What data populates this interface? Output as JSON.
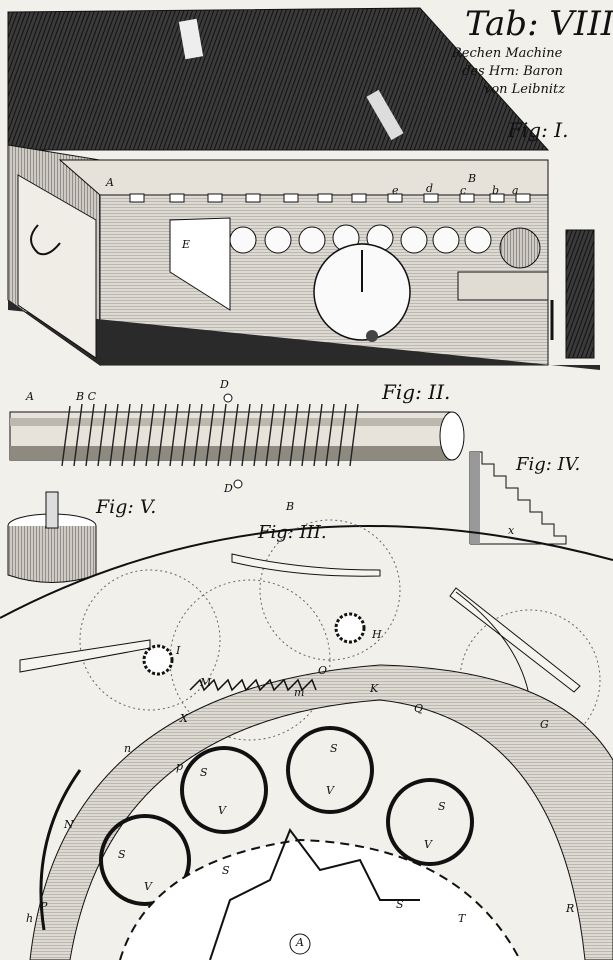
{
  "plate": {
    "title": "Tab: VIII.",
    "subtitle_lines": [
      "Rechen Machine",
      "des Hrn: Baron",
      "von Leibnitz"
    ]
  },
  "figures": {
    "fig1": "Fig: I.",
    "fig2": "Fig: II.",
    "fig3": "Fig: III.",
    "fig4": "Fig: IV.",
    "fig5": "Fig: V."
  },
  "labels": {
    "fig1": {
      "A": "A",
      "B": "B",
      "a": "a",
      "b": "b",
      "c": "c",
      "d": "d",
      "e": "e",
      "E": "E"
    },
    "fig2": {
      "A": "A",
      "BC": "B C",
      "D_top": "D",
      "D_bottom": "D"
    },
    "fig4": {
      "x": "x"
    },
    "fig3": {
      "B": "B",
      "H": "H",
      "I": "I",
      "G": "G",
      "O": "O",
      "Q": "Q",
      "K": "K",
      "m": "m",
      "M": "M",
      "X": "X",
      "n": "n",
      "p": "p",
      "S1": "S",
      "S2": "S",
      "S3": "S",
      "S4": "S",
      "S5": "S",
      "S6": "S",
      "V1": "V",
      "V2": "V",
      "V3": "V",
      "V4": "V",
      "N": "N",
      "P": "P",
      "h": "h",
      "R": "R",
      "T": "T",
      "A": "A"
    }
  },
  "colors": {
    "paper": "#f2f0ea",
    "ink": "#111111",
    "shade": "#2a2a2a"
  }
}
